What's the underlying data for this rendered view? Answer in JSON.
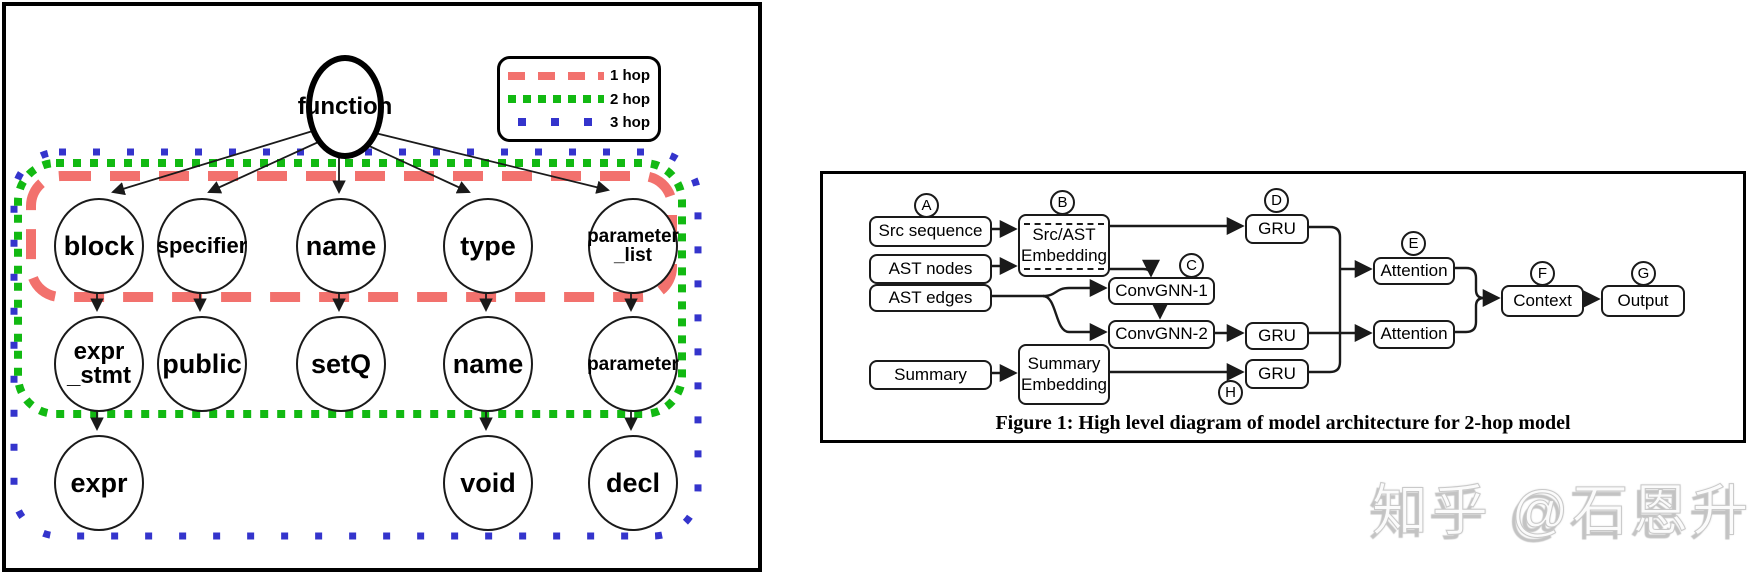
{
  "ast_panel": {
    "root_label": "function",
    "level1": [
      "block",
      "specifier",
      "name",
      "type",
      "parameter\n_list"
    ],
    "level2": [
      "expr\n_stmt",
      "public",
      "setQ",
      "name",
      "parameter"
    ],
    "level3": [
      "expr",
      "void",
      "decl"
    ],
    "legend": {
      "items": [
        {
          "label": "1 hop",
          "color": "#f2716d",
          "style": "long-dash"
        },
        {
          "label": "2 hop",
          "color": "#12b912",
          "style": "square-dot"
        },
        {
          "label": "3 hop",
          "color": "#3434cc",
          "style": "sparse-dot"
        }
      ]
    }
  },
  "model_panel": {
    "inputs": {
      "src_sequence": "Src sequence",
      "ast_nodes": "AST nodes",
      "ast_edges": "AST edges",
      "summary": "Summary"
    },
    "blocks": {
      "src_ast_embedding": "Src/AST\nEmbedding",
      "convgnn1": "ConvGNN-1",
      "convgnn2": "ConvGNN-2",
      "summary_embedding": "Summary\nEmbedding",
      "gru_top": "GRU",
      "gru_mid": "GRU",
      "gru_bottom": "GRU",
      "attention_top": "Attention",
      "attention_bottom": "Attention",
      "context": "Context",
      "output": "Output"
    },
    "markers": {
      "a": "A",
      "b": "B",
      "c": "C",
      "d": "D",
      "e": "E",
      "f": "F",
      "g": "G",
      "h": "H"
    },
    "caption": "Figure 1: High level diagram of model architecture for 2-hop model"
  },
  "watermark": "知乎 @石恩升"
}
